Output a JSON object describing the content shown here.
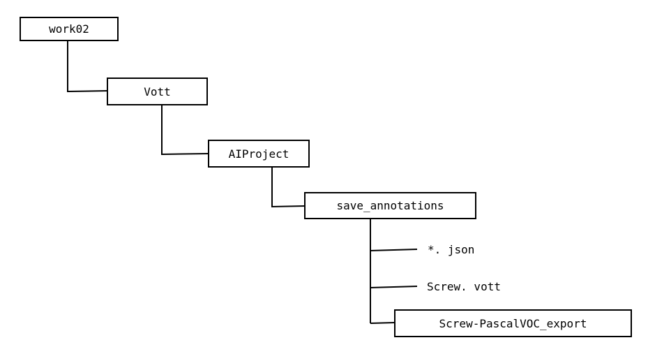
{
  "tree": {
    "root": "work02",
    "level1": "Vott",
    "level2": "AIProject",
    "level3": "save_annotations",
    "children": {
      "json_files": "*. json",
      "vott_file": "Screw. vott",
      "export_folder": "Screw-PascalVOC_export"
    }
  },
  "colors": {
    "line": "#000000",
    "box_border": "#000000",
    "background": "#ffffff"
  }
}
